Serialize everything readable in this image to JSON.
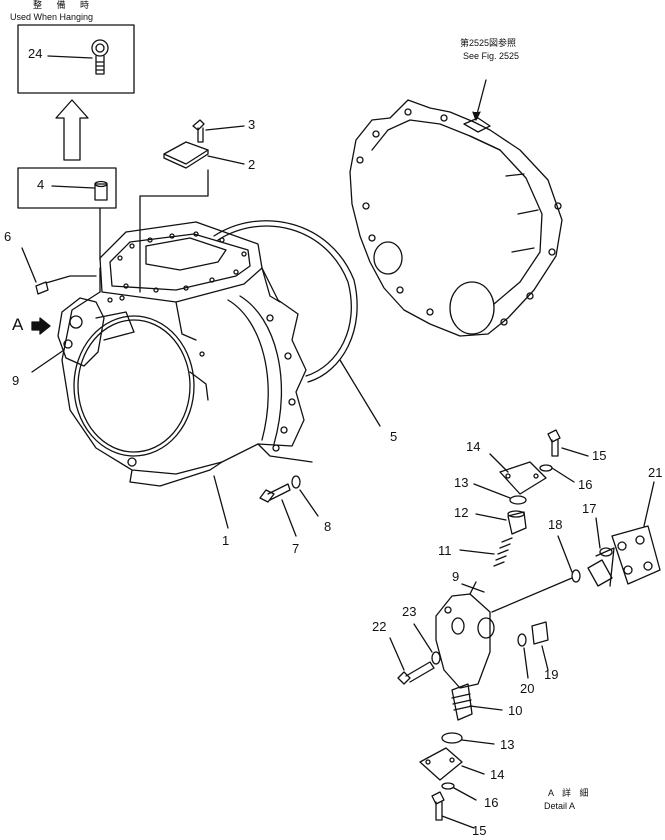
{
  "header": {
    "jp_line": "整 備 時",
    "en_line": "Used When Hanging"
  },
  "reference": {
    "jp_line": "第2525図参照",
    "en_line": "See Fig. 2525"
  },
  "detail": {
    "jp_line": "A 詳 細",
    "en_line": "Detail A"
  },
  "view_marker": "A",
  "callouts": {
    "c1": "1",
    "c2": "2",
    "c3": "3",
    "c4": "4",
    "c5": "5",
    "c6": "6",
    "c7": "7",
    "c8": "8",
    "c9_main": "9",
    "c9_detail": "9",
    "c10": "10",
    "c11": "11",
    "c12": "12",
    "c13_top": "13",
    "c13_bottom": "13",
    "c14_top": "14",
    "c14_bottom": "14",
    "c15_top": "15",
    "c15_bottom": "15",
    "c16_top": "16",
    "c16_bottom": "16",
    "c17": "17",
    "c18": "18",
    "c19": "19",
    "c20": "20",
    "c21": "21",
    "c22": "22",
    "c23": "23",
    "c24": "24"
  }
}
